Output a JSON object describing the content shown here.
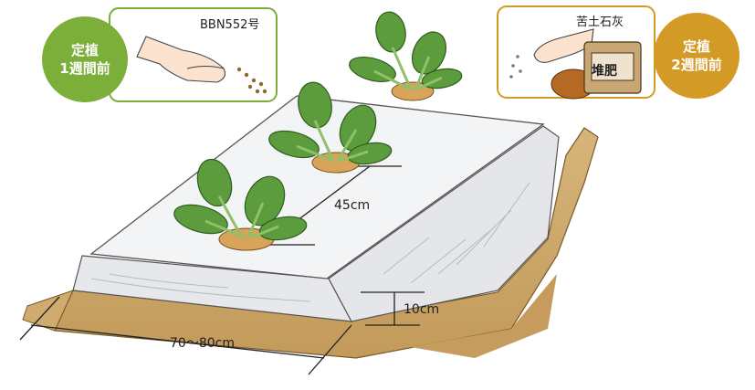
{
  "badge_left": {
    "line1": "定植",
    "line2": "1週間前"
  },
  "badge_right": {
    "line1": "定植",
    "line2": "2週間前"
  },
  "labels": {
    "fertilizer": "BBN552号",
    "lime": "苦土石灰",
    "compost": "堆肥",
    "spacing": "45cm",
    "height": "10cm",
    "width": "70～80cm"
  },
  "colors": {
    "badge_green": "#7cae3a",
    "badge_orange": "#d39a26",
    "mulch": "#f3f4f6",
    "soil": "#cba56a",
    "leaf": "#5c9c3c"
  }
}
